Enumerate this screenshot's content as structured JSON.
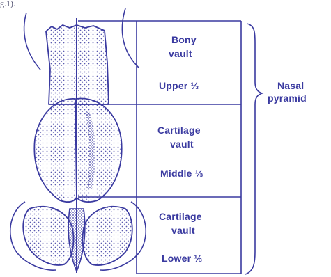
{
  "caption_fragment": "g.1).",
  "zones": [
    {
      "name": "Bony vault",
      "line1": "Bony",
      "line2": "vault",
      "portion": "Upper ⅓"
    },
    {
      "name": "Cartilage vault",
      "line1": "Cartilage",
      "line2": "vault",
      "portion": "Middle ⅓"
    },
    {
      "name": "Cartilage vault",
      "line1": "Cartilage",
      "line2": "vault",
      "portion": "Lower ⅓"
    }
  ],
  "bracket_label": {
    "line1": "Nasal",
    "line2": "pyramid"
  },
  "colors": {
    "ink": "#3a3aa0",
    "stipple": "#5a5ab0"
  }
}
